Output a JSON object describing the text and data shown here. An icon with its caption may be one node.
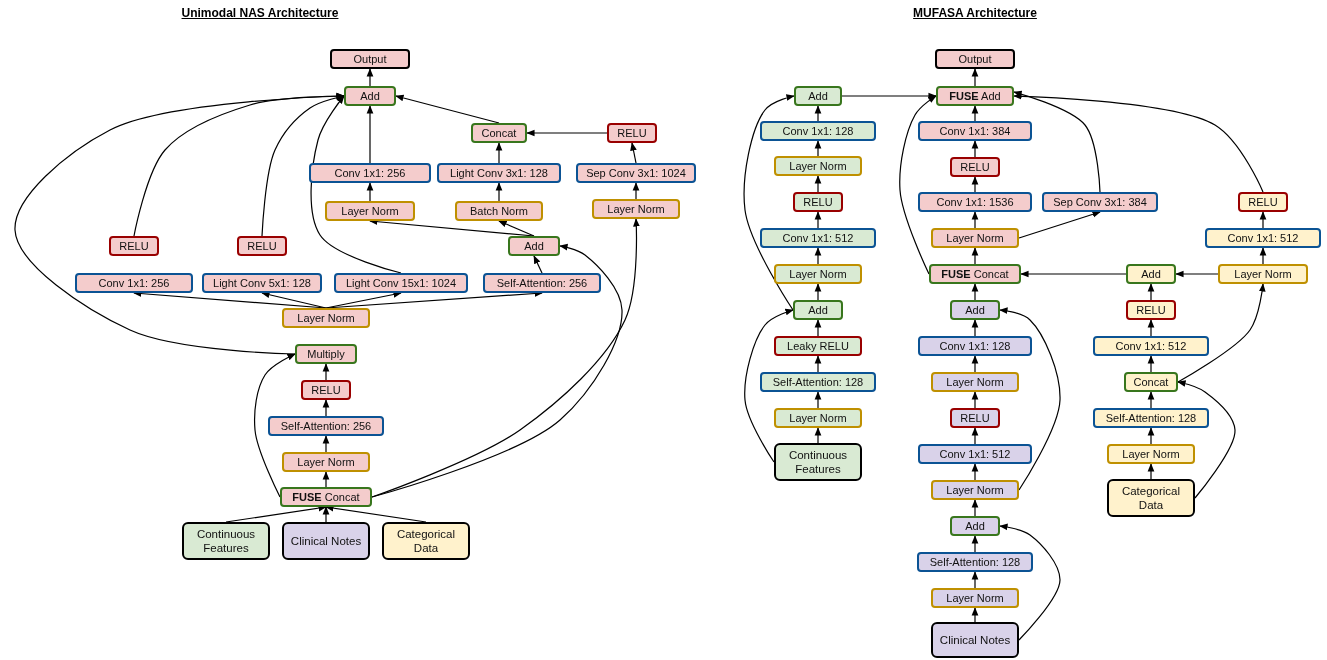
{
  "diagram": {
    "nodes": [
      {
        "text": [
          "Output"
        ]
      },
      {
        "text": [
          "Add"
        ]
      },
      {
        "text": [
          "Concat"
        ]
      },
      {
        "text": [
          "RELU"
        ]
      },
      {
        "text": [
          "Conv 1x1: 256"
        ]
      },
      {
        "text": [
          "Light Conv 3x1: 128"
        ]
      },
      {
        "text": [
          "Sep Conv 3x1: 1024"
        ]
      },
      {
        "text": [
          "Layer Norm"
        ]
      },
      {
        "text": [
          "Batch Norm"
        ]
      },
      {
        "text": [
          "Layer Norm"
        ]
      },
      {
        "text": [
          "RELU"
        ]
      },
      {
        "text": [
          "RELU"
        ]
      },
      {
        "text": [
          "Add"
        ]
      },
      {
        "text": [
          "Conv 1x1: 256"
        ]
      },
      {
        "text": [
          "Light Conv 5x1: 128"
        ]
      },
      {
        "text": [
          "Light Conv 15x1: 1024"
        ]
      },
      {
        "text": [
          "Self-Attention: 256"
        ]
      },
      {
        "text": [
          "Layer Norm"
        ]
      },
      {
        "text": [
          "Multiply"
        ]
      },
      {
        "text": [
          "RELU"
        ]
      },
      {
        "text": [
          "Self-Attention: 256"
        ]
      },
      {
        "text": [
          "Layer Norm"
        ]
      },
      {
        "text": [
          "**FUSE** Concat"
        ]
      },
      {
        "text": [
          "Continuous Features"
        ]
      },
      {
        "text": [
          "Clinical Notes"
        ]
      },
      {
        "text": [
          "Categorical Data"
        ]
      },
      {
        "text": [
          "Output"
        ]
      },
      {
        "text": [
          "**FUSE** Add"
        ]
      },
      {
        "text": [
          "Add"
        ]
      },
      {
        "text": [
          "Conv 1x1: 384"
        ]
      },
      {
        "text": [
          "Conv 1x1: 128"
        ]
      },
      {
        "text": [
          "Layer Norm"
        ]
      },
      {
        "text": [
          "RELU"
        ]
      },
      {
        "text": [
          "RELU"
        ]
      },
      {
        "text": [
          "Conv 1x1: 1536"
        ]
      },
      {
        "text": [
          "Sep Conv 3x1: 384"
        ]
      },
      {
        "text": [
          "RELU"
        ]
      },
      {
        "text": [
          "Conv 1x1: 512"
        ]
      },
      {
        "text": [
          "Layer Norm"
        ]
      },
      {
        "text": [
          "Conv 1x1: 512"
        ]
      },
      {
        "text": [
          "Layer Norm"
        ]
      },
      {
        "text": [
          "**FUSE** Concat"
        ]
      },
      {
        "text": [
          "Add"
        ]
      },
      {
        "text": [
          "Layer Norm"
        ]
      },
      {
        "text": [
          "Add"
        ]
      },
      {
        "text": [
          "Add"
        ]
      },
      {
        "text": [
          "RELU"
        ]
      },
      {
        "text": [
          "Leaky RELU"
        ]
      },
      {
        "text": [
          "Conv 1x1: 128"
        ]
      },
      {
        "text": [
          "Conv 1x1: 512"
        ]
      },
      {
        "text": [
          "Self-Attention: 128"
        ]
      },
      {
        "text": [
          "Layer Norm"
        ]
      },
      {
        "text": [
          "Concat"
        ]
      },
      {
        "text": [
          "Layer Norm"
        ]
      },
      {
        "text": [
          "RELU"
        ]
      },
      {
        "text": [
          "Self-Attention: 128"
        ]
      },
      {
        "text": [
          "Continuous Features"
        ]
      },
      {
        "text": [
          "Conv 1x1: 512"
        ]
      },
      {
        "text": [
          "Layer Norm"
        ]
      },
      {
        "text": [
          "Layer Norm"
        ]
      },
      {
        "text": [
          "Categorical Data"
        ]
      },
      {
        "text": [
          "Add"
        ]
      },
      {
        "text": [
          "Self-Attention: 128"
        ]
      },
      {
        "text": [
          "Layer Norm"
        ]
      },
      {
        "text": [
          "Clinical Notes"
        ]
      }
    ],
    "edges": [
      {
        "from": 1,
        "to": 0,
        "arrow": "to"
      },
      {
        "from": 4,
        "to": 1,
        "arrow": "to"
      },
      {
        "from": 2,
        "to": 1,
        "arrow": "to"
      },
      {
        "from": 3,
        "to": 2,
        "arrow": "to"
      },
      {
        "from": 5,
        "to": 2,
        "arrow": "to"
      },
      {
        "from": 6,
        "to": 3,
        "arrow": "to"
      },
      {
        "from": 7,
        "to": 4,
        "arrow": "to"
      },
      {
        "from": 8,
        "to": 5,
        "arrow": "to"
      },
      {
        "from": 9,
        "to": 6,
        "arrow": "to"
      },
      {
        "from": 12,
        "to": 7,
        "arrow": "to"
      },
      {
        "from": 12,
        "to": 8,
        "arrow": "to"
      },
      {
        "from": 16,
        "to": 12,
        "arrow": "to"
      },
      {
        "from": 22,
        "to": 12,
        "arrow": "to"
      },
      {
        "from": 22,
        "to": 9,
        "arrow": "to"
      },
      {
        "from": 10,
        "to": 1,
        "arrow": "to"
      },
      {
        "from": 11,
        "to": 1,
        "arrow": "to"
      },
      {
        "from": 15,
        "to": 1,
        "arrow": "to"
      },
      {
        "from": 18,
        "to": 1,
        "arrow": "to"
      },
      {
        "from": 17,
        "to": 13,
        "arrow": "to"
      },
      {
        "from": 17,
        "to": 14,
        "arrow": "to"
      },
      {
        "from": 17,
        "to": 15,
        "arrow": "to"
      },
      {
        "from": 17,
        "to": 16,
        "arrow": "to"
      },
      {
        "from": 19,
        "to": 18,
        "arrow": "to"
      },
      {
        "from": 22,
        "to": 18,
        "arrow": "to"
      },
      {
        "from": 20,
        "to": 19,
        "arrow": "to"
      },
      {
        "from": 21,
        "to": 20,
        "arrow": "to"
      },
      {
        "from": 22,
        "to": 21,
        "arrow": "to"
      },
      {
        "from": 23,
        "to": 22,
        "arrow": "to"
      },
      {
        "from": 24,
        "to": 22,
        "arrow": "to"
      },
      {
        "from": 25,
        "to": 22,
        "arrow": "to"
      },
      {
        "from": 27,
        "to": 26,
        "arrow": "to"
      },
      {
        "from": 28,
        "to": 27,
        "arrow": "to"
      },
      {
        "from": 29,
        "to": 27,
        "arrow": "to"
      },
      {
        "from": 35,
        "to": 27,
        "arrow": "to"
      },
      {
        "from": 36,
        "to": 27,
        "arrow": "to"
      },
      {
        "from": 41,
        "to": 27,
        "arrow": "to"
      },
      {
        "from": 30,
        "to": 28,
        "arrow": "to"
      },
      {
        "from": 44,
        "to": 28,
        "arrow": "to"
      },
      {
        "from": 31,
        "to": 30,
        "arrow": "to"
      },
      {
        "from": 33,
        "to": 31,
        "arrow": "to"
      },
      {
        "from": 37,
        "to": 33,
        "arrow": "to"
      },
      {
        "from": 40,
        "to": 37,
        "arrow": "to"
      },
      {
        "from": 44,
        "to": 40,
        "arrow": "to"
      },
      {
        "from": 47,
        "to": 44,
        "arrow": "to"
      },
      {
        "from": 56,
        "to": 44,
        "arrow": "to"
      },
      {
        "from": 50,
        "to": 47,
        "arrow": "to"
      },
      {
        "from": 53,
        "to": 50,
        "arrow": "to"
      },
      {
        "from": 56,
        "to": 53,
        "arrow": "to"
      },
      {
        "from": 32,
        "to": 29,
        "arrow": "to"
      },
      {
        "from": 34,
        "to": 32,
        "arrow": "to"
      },
      {
        "from": 38,
        "to": 34,
        "arrow": "to"
      },
      {
        "from": 38,
        "to": 35,
        "arrow": "to"
      },
      {
        "from": 41,
        "to": 38,
        "arrow": "to"
      },
      {
        "from": 42,
        "to": 41,
        "arrow": "to"
      },
      {
        "from": 45,
        "to": 41,
        "arrow": "to"
      },
      {
        "from": 43,
        "to": 42,
        "arrow": "to"
      },
      {
        "from": 46,
        "to": 42,
        "arrow": "to"
      },
      {
        "from": 39,
        "to": 36,
        "arrow": "to"
      },
      {
        "from": 43,
        "to": 39,
        "arrow": "to"
      },
      {
        "from": 52,
        "to": 43,
        "arrow": "to"
      },
      {
        "from": 60,
        "to": 52,
        "arrow": "to"
      },
      {
        "from": 49,
        "to": 46,
        "arrow": "to"
      },
      {
        "from": 52,
        "to": 49,
        "arrow": "to"
      },
      {
        "from": 55,
        "to": 52,
        "arrow": "to"
      },
      {
        "from": 58,
        "to": 55,
        "arrow": "to"
      },
      {
        "from": 60,
        "to": 58,
        "arrow": "to"
      },
      {
        "from": 48,
        "to": 45,
        "arrow": "to"
      },
      {
        "from": 59,
        "to": 45,
        "arrow": "to"
      },
      {
        "from": 51,
        "to": 48,
        "arrow": "to"
      },
      {
        "from": 54,
        "to": 51,
        "arrow": "to"
      },
      {
        "from": 57,
        "to": 54,
        "arrow": "to"
      },
      {
        "from": 59,
        "to": 57,
        "arrow": "to"
      },
      {
        "from": 61,
        "to": 59,
        "arrow": "to"
      },
      {
        "from": 64,
        "to": 61,
        "arrow": "to"
      },
      {
        "from": 62,
        "to": 61,
        "arrow": "to"
      },
      {
        "from": 63,
        "to": 62,
        "arrow": "to"
      },
      {
        "from": 64,
        "to": 63,
        "arrow": "to"
      }
    ],
    "labels": [
      "Unimodal NAS Architecture",
      "MUFASA Architecture"
    ]
  }
}
